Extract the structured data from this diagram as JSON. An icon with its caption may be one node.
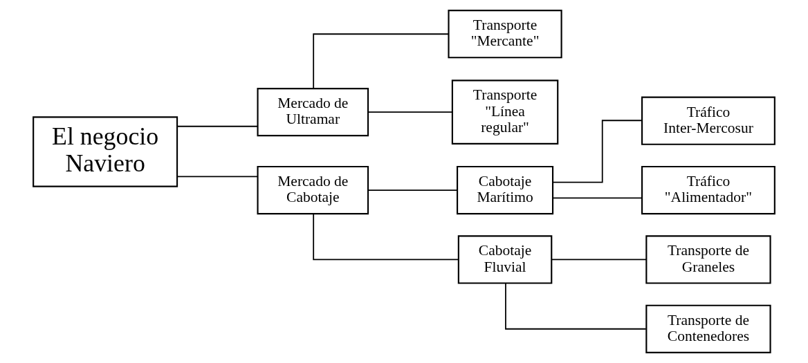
{
  "diagram": {
    "nodes": [
      {
        "text": [
          "El negocio Naviero"
        ]
      },
      {
        "text": [
          "Mercado de Ultramar"
        ]
      },
      {
        "text": [
          "Mercado de Cabotaje"
        ]
      },
      {
        "text": [
          "Transporte \"Mercante\""
        ]
      },
      {
        "text": [
          "Transporte \"Línea regular\""
        ]
      },
      {
        "text": [
          "Cabotaje Marítimo"
        ]
      },
      {
        "text": [
          "Cabotaje Fluvial"
        ]
      },
      {
        "text": [
          "Tráfico Inter-Mercosur"
        ]
      },
      {
        "text": [
          "Tráfico \"Alimentador\""
        ]
      },
      {
        "text": [
          "Transporte de Graneles"
        ]
      },
      {
        "text": [
          "Transporte de Contenedores"
        ]
      }
    ],
    "edges": [
      {
        "from": 0,
        "to": 1,
        "arrow": "none"
      },
      {
        "from": 0,
        "to": 2,
        "arrow": "none"
      },
      {
        "from": 1,
        "to": 3,
        "arrow": "none"
      },
      {
        "from": 1,
        "to": 4,
        "arrow": "none"
      },
      {
        "from": 2,
        "to": 5,
        "arrow": "none"
      },
      {
        "from": 2,
        "to": 6,
        "arrow": "none"
      },
      {
        "from": 5,
        "to": 7,
        "arrow": "none"
      },
      {
        "from": 5,
        "to": 8,
        "arrow": "none"
      },
      {
        "from": 6,
        "to": 9,
        "arrow": "none"
      },
      {
        "from": 6,
        "to": 10,
        "arrow": "none"
      }
    ]
  }
}
